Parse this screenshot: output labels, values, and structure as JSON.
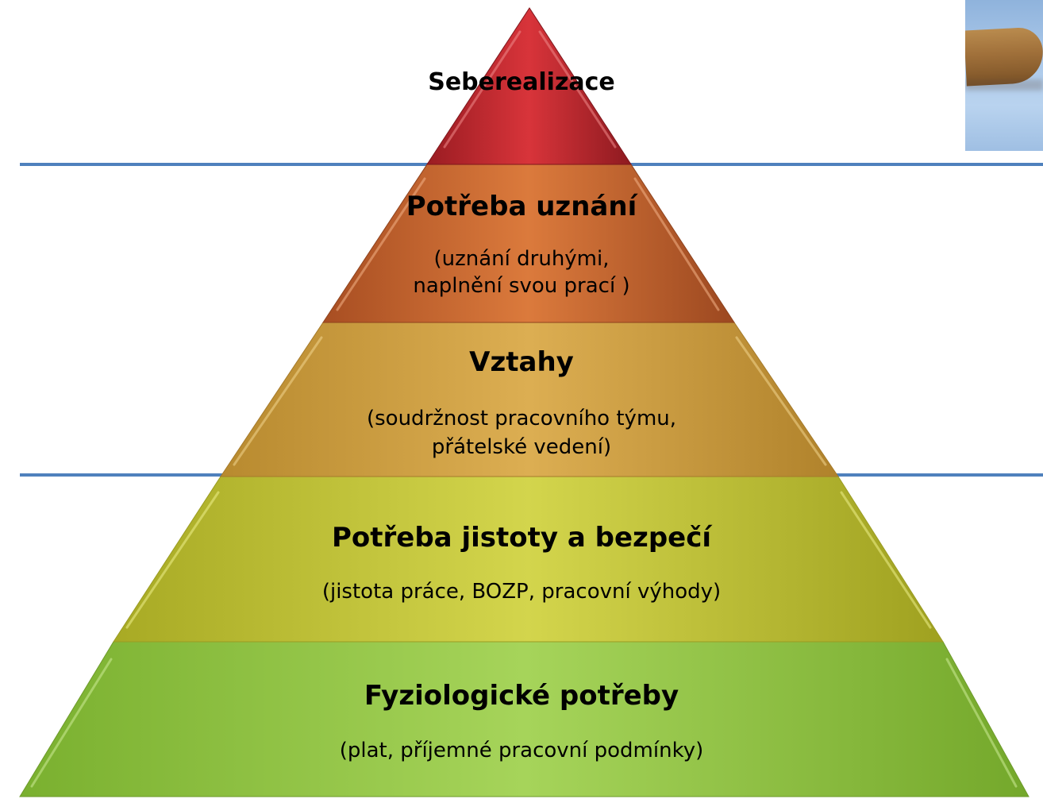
{
  "pyramid": {
    "levels": [
      {
        "title": "Seberealizace",
        "detail_lines": [],
        "color": "#c42a2e"
      },
      {
        "title": "Potřeba uznání",
        "detail_lines": [
          "(uznání druhými,",
          "naplnění svou prací )"
        ],
        "color": "#c7652c"
      },
      {
        "title": "Vztahy",
        "detail_lines": [
          "(soudržnost pracovního týmu,",
          "přátelské vedení)"
        ],
        "color": "#c99838"
      },
      {
        "title": "Potřeba jistoty a bezpečí",
        "detail_lines": [
          "(jistota práce, BOZP, pracovní výhody)"
        ],
        "color": "#bdc030"
      },
      {
        "title": "Fyziologické potřeby",
        "detail_lines": [
          "(plat, příjemné pracovní podmínky)"
        ],
        "color": "#93c443"
      }
    ]
  },
  "colors": {
    "divider_line": "#4f81bd",
    "photo_sky": "#a9c7e9",
    "photo_skin": "#a0703a"
  },
  "photo": {
    "icon": "arm-photo-icon"
  }
}
